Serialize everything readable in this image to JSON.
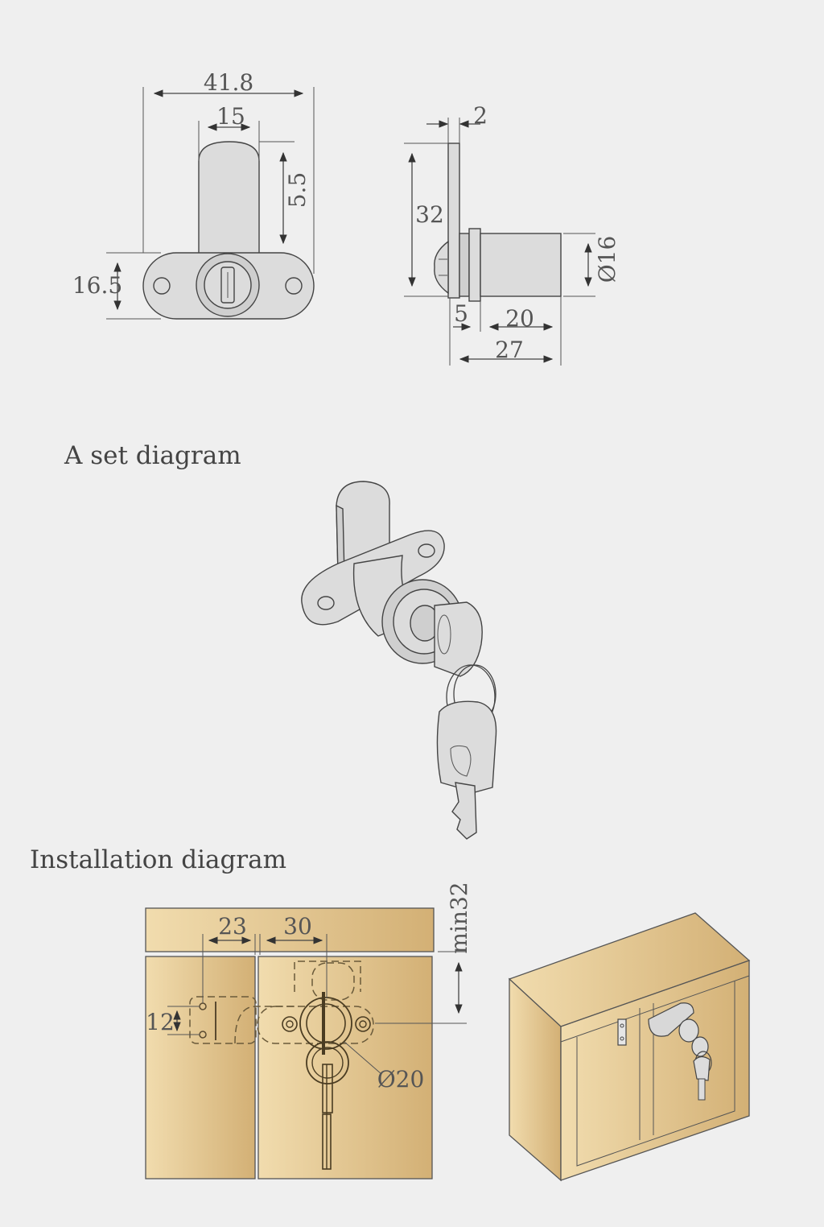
{
  "headings": {
    "set_diagram": "A set diagram",
    "installation_diagram": "Installation diagram"
  },
  "front_view": {
    "width": "41.8",
    "cam_width": "15",
    "cam_height": "5.5",
    "flange_height": "16.5"
  },
  "side_view": {
    "plate_thickness": "2",
    "cam_length": "32",
    "diameter": "Ø16",
    "collar": "5",
    "body": "20",
    "total": "27"
  },
  "installation": {
    "offset_a": "23",
    "offset_b": "30",
    "hole_gap": "12",
    "min_clearance": "min32",
    "hole_diameter": "Ø20"
  },
  "colors": {
    "background": "#efefef",
    "wood_light": "#f1dcae",
    "wood_dark": "#d5b47a",
    "metal": "#dcdcdc"
  }
}
